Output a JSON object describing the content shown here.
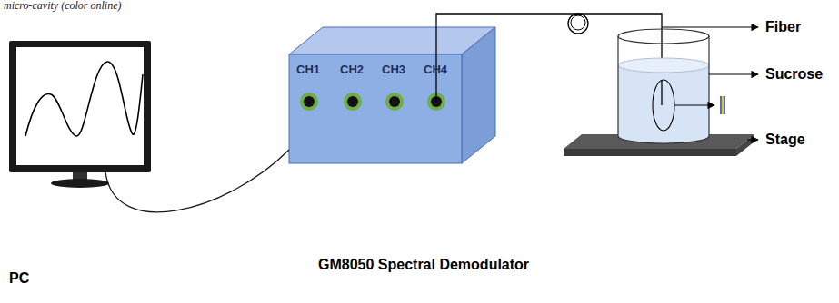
{
  "diagram": {
    "nodes": [
      {
        "text": [
          "PC"
        ]
      },
      {
        "text": [
          "CH1",
          "CH2",
          "CH3",
          "CH4",
          "GM8050 Spectral Demodulator"
        ]
      }
    ],
    "edges": [
      {
        "from": 0,
        "to": 1,
        "arrow": "none"
      }
    ],
    "labels": [
      "micro-cavity (color online)",
      "Fiber",
      "Sucrose",
      "Stage"
    ]
  }
}
